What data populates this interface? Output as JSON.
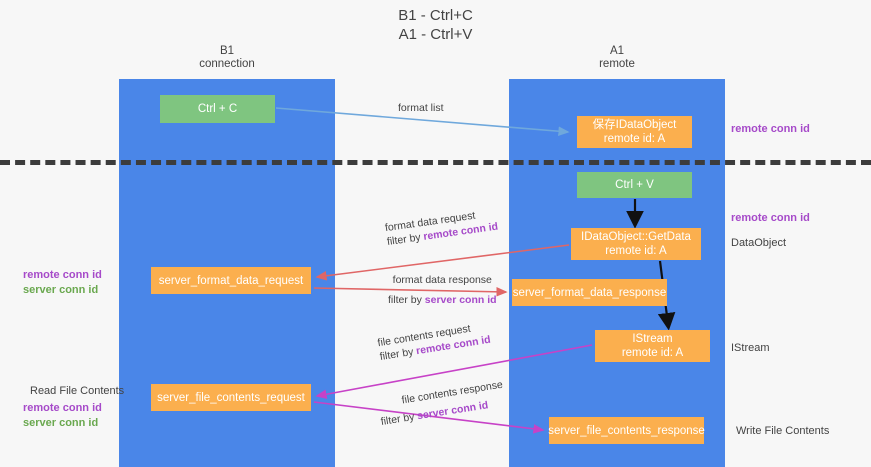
{
  "title": {
    "line1": "B1 - Ctrl+C",
    "line2": "A1 - Ctrl+V"
  },
  "lanes": [
    {
      "id": "b1",
      "name": "B1",
      "subtitle": "connection",
      "color": "#4a86e8"
    },
    {
      "id": "a1",
      "name": "A1",
      "subtitle": "remote",
      "color": "#4a86e8"
    }
  ],
  "nodes": {
    "ctrl_c": {
      "label": "Ctrl + C",
      "color": "#7fc580"
    },
    "data_object": {
      "line1": "保存IDataObject",
      "line2": "remote id: A",
      "color": "#fbaf4e"
    },
    "ctrl_v": {
      "label": "Ctrl + V",
      "color": "#7fc580"
    },
    "get_data": {
      "line1": "IDataObject::GetData",
      "line2": "remote id: A",
      "color": "#fbaf4e"
    },
    "server_format_data_request": {
      "label": "server_format_data_request",
      "color": "#fbaf4e"
    },
    "server_format_data_response": {
      "label": "server_format_data_response",
      "color": "#fbaf4e"
    },
    "istream": {
      "line1": "IStream",
      "line2": "remote id: A",
      "color": "#fbaf4e"
    },
    "server_file_contents_request": {
      "label": "server_file_contents_request",
      "color": "#fbaf4e"
    },
    "server_file_contents_response": {
      "label": "server_file_contents_response",
      "color": "#fbaf4e"
    }
  },
  "arrow_labels": {
    "format_list": "format list",
    "format_data_request": {
      "line1": "format data request",
      "filter_prefix": "filter by ",
      "filter_key": "remote conn id"
    },
    "format_data_response": {
      "line1": "format data response",
      "filter_prefix": "filter by ",
      "filter_key": "server conn id"
    },
    "file_contents_request": {
      "line1": "file contents request",
      "filter_prefix": "filter by ",
      "filter_key": "remote conn id"
    },
    "file_contents_response": {
      "line1": "file contents response",
      "filter_prefix": "filter by ",
      "filter_key": "server conn id"
    }
  },
  "side_labels": {
    "right_remote_top": "remote conn id",
    "right_remote_mid": "remote conn id",
    "right_dataobject": "DataObject",
    "right_istream": "IStream",
    "right_write_file_contents": "Write File Contents",
    "left_remote_conn_id": "remote conn id",
    "left_server_conn_id": "server conn id",
    "left_read_file_contents": "Read File Contents",
    "left_remote_conn_id_2": "remote conn id",
    "left_server_conn_id_2": "server conn id"
  },
  "colors": {
    "lane": "#4a86e8",
    "green_node": "#7fc580",
    "orange_node": "#fbaf4e",
    "purple_text": "#a64ac9",
    "green_text": "#6aa84f",
    "blue_arrow": "#6fa8dc",
    "red_arrow": "#e06666",
    "magenta_arrow": "#c742c7",
    "black_arrow": "#000000",
    "divider": "#3c3c3c",
    "background": "#f7f7f7"
  }
}
